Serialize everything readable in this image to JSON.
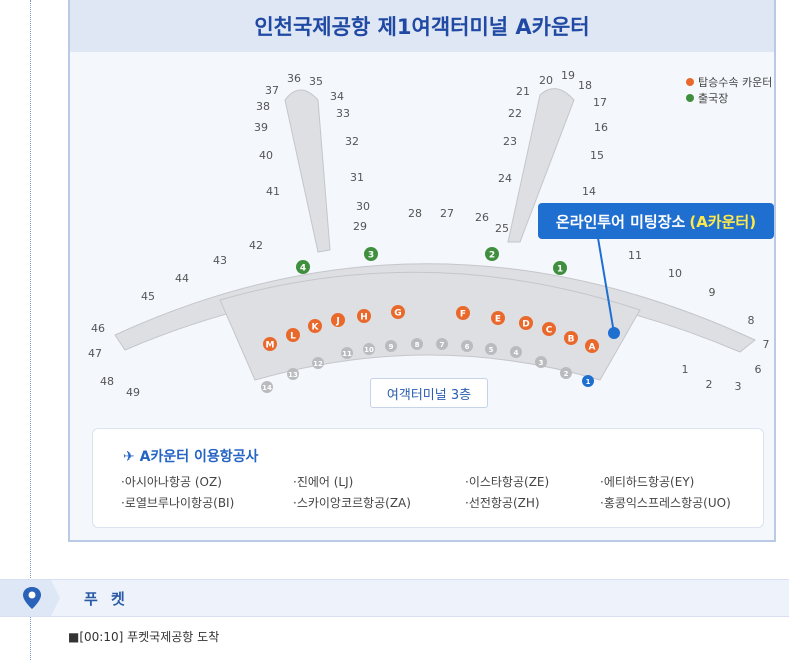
{
  "map": {
    "title": "인천국제공항 제1여객터미널 A카운터",
    "legend": [
      {
        "label": "탑승수속 카운터",
        "color": "#e8692b"
      },
      {
        "label": "출국장",
        "color": "#3f8f3f"
      }
    ],
    "callout": {
      "text": "온라인투어 미팅장소",
      "highlight": "(A카운터)"
    },
    "floor_label": "여객터미널 3층",
    "gates": [
      "36",
      "35",
      "37",
      "34",
      "38",
      "33",
      "39",
      "32",
      "40",
      "31",
      "41",
      "30",
      "29",
      "28",
      "27",
      "26",
      "25",
      "42",
      "43",
      "44",
      "45",
      "46",
      "47",
      "48",
      "49",
      "20",
      "19",
      "18",
      "21",
      "17",
      "22",
      "16",
      "23",
      "15",
      "24",
      "14",
      "11",
      "10",
      "9",
      "8",
      "7",
      "6",
      "1",
      "2",
      "3"
    ],
    "counters": [
      "M",
      "L",
      "K",
      "J",
      "H",
      "G",
      "F",
      "E",
      "D",
      "C",
      "B",
      "A"
    ],
    "exits": [
      "4",
      "3",
      "2",
      "1"
    ],
    "zones": [
      "14",
      "13",
      "12",
      "11",
      "10",
      "9",
      "8",
      "7",
      "6",
      "5",
      "4",
      "3",
      "2",
      "1"
    ]
  },
  "airlines": {
    "heading": "A카운터 이용항공사",
    "list": [
      "·아시아나항공 (OZ)",
      "·진에어 (LJ)",
      "·이스타항공(ZE)",
      "·에티하드항공(EY)",
      "·로열브루나이항공(BI)",
      "·스카이앙코르항공(ZA)",
      "·선전항공(ZH)",
      "·홍콩익스프레스항공(UO)"
    ]
  },
  "section": {
    "title": "푸 켓",
    "items": [
      "■[00:10] 푸켓국제공항 도착"
    ]
  }
}
